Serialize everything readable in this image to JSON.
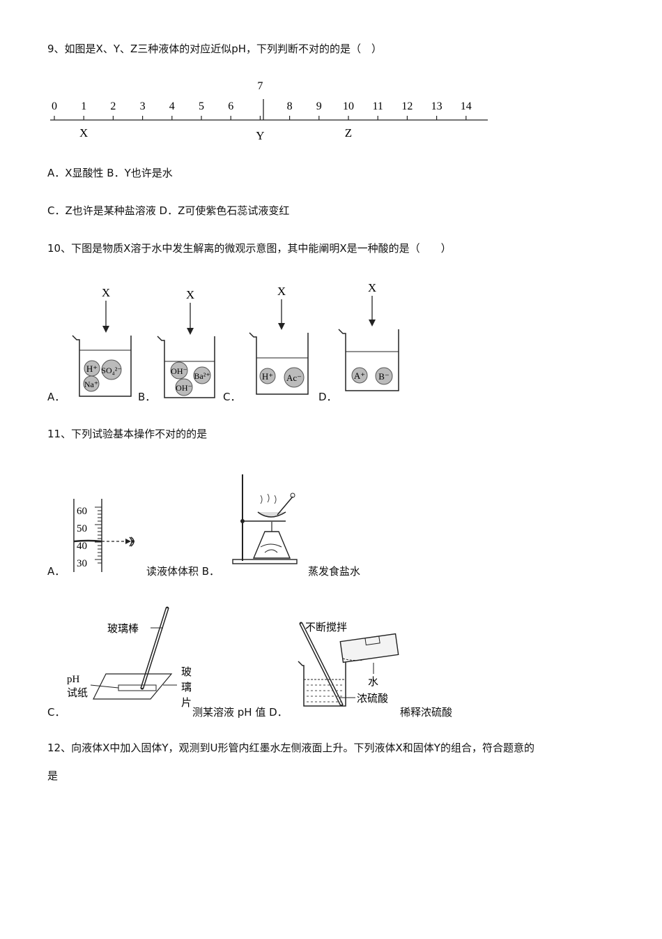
{
  "q9": {
    "stem": "9、如图是X、Y、Z三种液体的对应近似pH，下列判断不对的的是（　）",
    "scale": {
      "ticks": [
        "0",
        "1",
        "2",
        "3",
        "4",
        "5",
        "6",
        "7",
        "8",
        "9",
        "10",
        "11",
        "12",
        "13",
        "14"
      ],
      "markers": [
        {
          "label": "X",
          "ph": 1
        },
        {
          "label": "Y",
          "ph": 7
        },
        {
          "label": "Z",
          "ph": 10
        }
      ]
    },
    "options_line1": "A．X显酸性 B．Y也许是水",
    "options_line2": "C．Z也许是某种盐溶液 D．Z可使紫色石蕊试液变红"
  },
  "q10": {
    "stem": "10、下图是物质X溶于水中发生解离的微观示意图，其中能阐明X是一种酸的是（　　）",
    "arrow_label": "X",
    "option_letters": [
      "A．",
      "B．",
      "C．",
      "D．"
    ],
    "beakers": [
      {
        "ions": [
          "H⁺",
          "SO₄²⁻",
          "Na⁺"
        ]
      },
      {
        "ions": [
          "OH⁻",
          "Ba²⁺",
          "OH⁻"
        ]
      },
      {
        "ions": [
          "H⁺",
          "Ac⁻"
        ]
      },
      {
        "ions": [
          "A⁺",
          "B⁻"
        ]
      }
    ]
  },
  "q11": {
    "stem": "11、下列试验基本操作不对的的是",
    "a_letter": "A．",
    "a_text": "读液体体积 B．",
    "b_text": "蒸发食盐水",
    "cylinder_marks": [
      "60",
      "50",
      "40",
      "30"
    ],
    "c_letter": "C．",
    "c_text": "测某溶液 pH 值 D．",
    "d_text": "稀释浓硫酸",
    "c_labels": {
      "rod": "玻璃棒",
      "paper1": "pH",
      "paper2": "试纸",
      "glass1": "玻",
      "glass2": "璃",
      "glass3": "片"
    },
    "d_labels": {
      "stir": "不断搅拌",
      "water": "水",
      "acid": "浓硫酸"
    }
  },
  "q12": {
    "stem_line1": "12、向液体X中加入固体Y，观测到U形管内红墨水左侧液面上升。下列液体X和固体Y的组合，符合题意的",
    "stem_line2": "是"
  }
}
